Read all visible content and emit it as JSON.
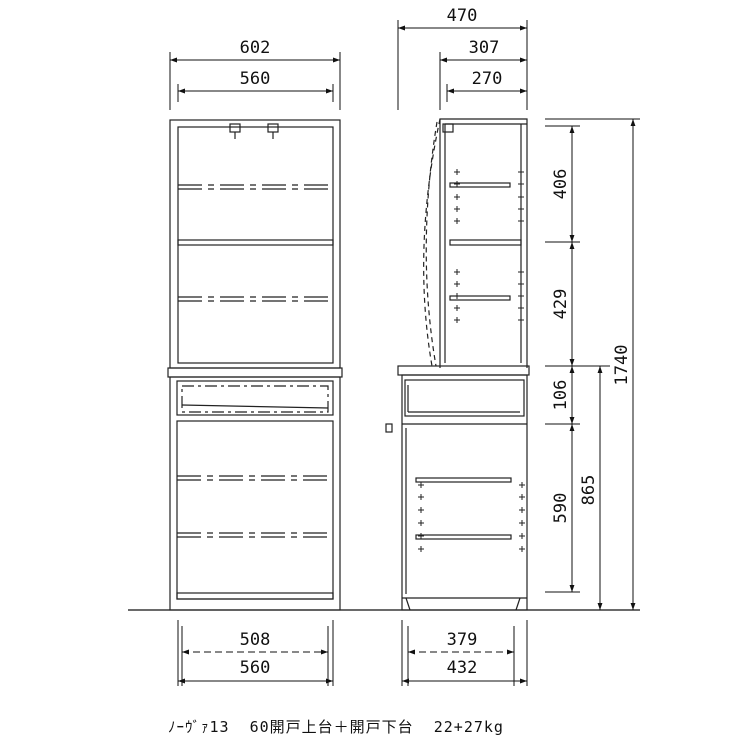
{
  "dimensions": {
    "top_width_outer": "602",
    "top_width_inner": "560",
    "side_depth_total": "470",
    "side_depth_upper": "307",
    "side_depth_upper_inner": "270",
    "height_upper_shelf1": "406",
    "height_upper_shelf2": "429",
    "height_counter": "106",
    "height_lower_door": "590",
    "height_lower_total": "865",
    "height_total": "1740",
    "bottom_width_inner": "508",
    "bottom_width_outer": "560",
    "bottom_depth_inner": "379",
    "bottom_depth_outer": "432"
  },
  "caption": "ﾉｰｳﾞｧ13  60開戸上台＋開戸下台  22+27kg"
}
